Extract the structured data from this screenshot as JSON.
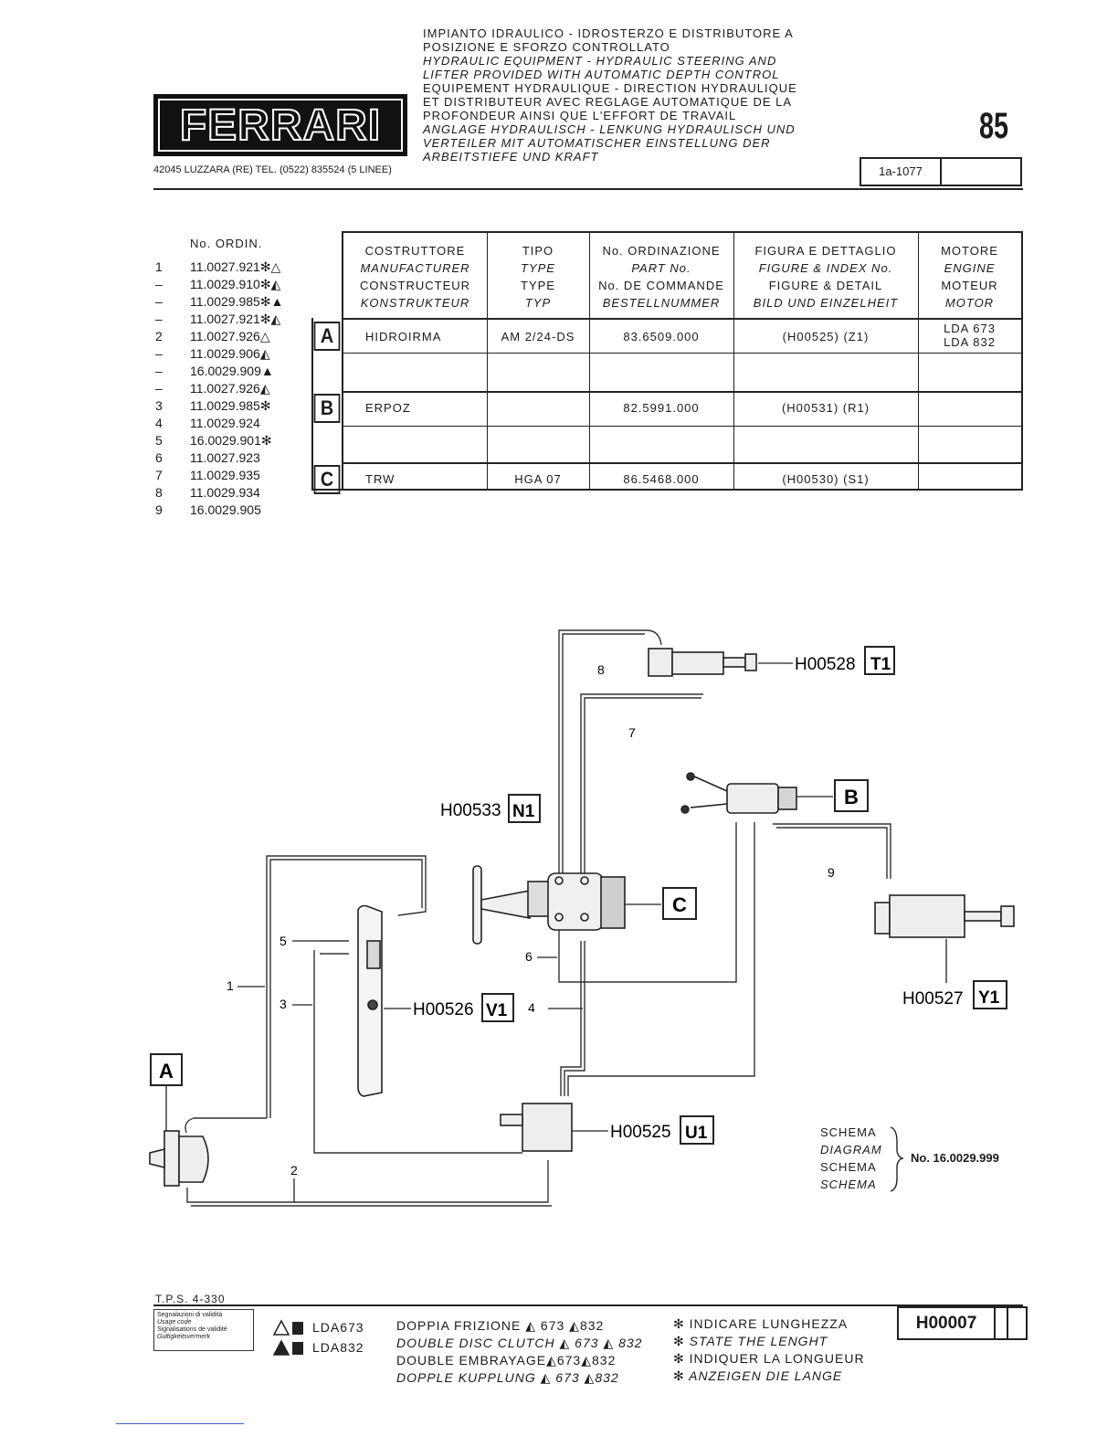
{
  "header": {
    "logo_text": "FERRARI",
    "address": "42045 LUZZARA (RE)   TEL. (0522) 835524 (5 LINEE)",
    "titles": [
      {
        "text": "IMPIANTO IDRAULICO - IDROSTERZO E DISTRIBUTORE A",
        "italic": false
      },
      {
        "text": "POSIZIONE E SFORZO CONTROLLATO",
        "italic": false
      },
      {
        "text": "HYDRAULIC EQUIPMENT - HYDRAULIC STEERING AND",
        "italic": true
      },
      {
        "text": "LIFTER PROVIDED WITH AUTOMATIC DEPTH CONTROL",
        "italic": true
      },
      {
        "text": "EQUIPEMENT HYDRAULIQUE - DIRECTION HYDRAULIQUE",
        "italic": false
      },
      {
        "text": "ET DISTRIBUTEUR AVEC REGLAGE AUTOMATIQUE DE LA",
        "italic": false
      },
      {
        "text": "PROFONDEUR AINSI QUE L'EFFORT DE TRAVAIL",
        "italic": false
      },
      {
        "text": "ANGLAGE HYDRAULISCH - LENKUNG HYDRAULISCH UND",
        "italic": true
      },
      {
        "text": "VERTEILER MIT AUTOMATISCHER EINSTELLUNG DER",
        "italic": true
      },
      {
        "text": "ARBEITSTIEFE UND KRAFT",
        "italic": true
      }
    ],
    "page_number": "85",
    "code": "1a-1077"
  },
  "order_list": {
    "heading": "No. ORDIN.",
    "items": [
      {
        "idx": "1",
        "code": "11.0027.921",
        "mark": "✻△"
      },
      {
        "idx": "–",
        "code": "11.0029.910",
        "mark": "✻◭"
      },
      {
        "idx": "–",
        "code": "11.0029.985",
        "mark": "✻▲"
      },
      {
        "idx": "–",
        "code": "11.0027.921",
        "mark": "✻◭"
      },
      {
        "idx": "2",
        "code": "11.0027.926",
        "mark": "△"
      },
      {
        "idx": "–",
        "code": "11.0029.906",
        "mark": "◭"
      },
      {
        "idx": "–",
        "code": "16.0029.909",
        "mark": "▲"
      },
      {
        "idx": "–",
        "code": "11.0027.926",
        "mark": "◭"
      },
      {
        "idx": "3",
        "code": "11.0029.985",
        "mark": "✻"
      },
      {
        "idx": "4",
        "code": "11.0029.924",
        "mark": ""
      },
      {
        "idx": "5",
        "code": "16.0029.901",
        "mark": "✻"
      },
      {
        "idx": "6",
        "code": "11.0027.923",
        "mark": ""
      },
      {
        "idx": "7",
        "code": "11.0029.935",
        "mark": ""
      },
      {
        "idx": "8",
        "code": "11.0029.934",
        "mark": ""
      },
      {
        "idx": "9",
        "code": "16.0029.905",
        "mark": ""
      }
    ]
  },
  "table": {
    "headers": [
      [
        "COSTRUTTORE",
        "MANUFACTURER",
        "CONSTRUCTEUR",
        "KONSTRUKTEUR"
      ],
      [
        "TIPO",
        "TYPE",
        "TYPE",
        "TYP"
      ],
      [
        "No. ORDINAZIONE",
        "PART No.",
        "No. DE COMMANDE",
        "BESTELLNUMMER"
      ],
      [
        "FIGURA E DETTAGLIO",
        "FIGURE & INDEX No.",
        "FIGURE & DETAIL",
        "BILD UND EINZELHEIT"
      ],
      [
        "MOTORE",
        "ENGINE",
        "MOTEUR",
        "MOTOR"
      ]
    ],
    "rows": [
      {
        "label": "A",
        "manufacturer": "HIDROIRMA",
        "type": "AM 2/24-DS",
        "part": "83.6509.000",
        "figure": "(H00525)  (Z1)",
        "engine1": "LDA 673",
        "engine2": "LDA 832"
      },
      {
        "label": "B",
        "manufacturer": "ERPOZ",
        "type": "",
        "part": "82.5991.000",
        "figure": "(H00531)  (R1)",
        "engine1": "",
        "engine2": ""
      },
      {
        "label": "C",
        "manufacturer": "TRW",
        "type": "HGA 07",
        "part": "86.5468.000",
        "figure": "(H00530)  (S1)",
        "engine1": "",
        "engine2": ""
      }
    ]
  },
  "diagram": {
    "refs": {
      "t1": {
        "code": "H00528",
        "tag": "T1"
      },
      "n1": {
        "code": "H00533",
        "tag": "N1"
      },
      "v1": {
        "code": "H00526",
        "tag": "V1"
      },
      "y1": {
        "code": "H00527",
        "tag": "Y1"
      },
      "u1": {
        "code": "H00525",
        "tag": "U1"
      }
    },
    "component_labels": {
      "a": "A",
      "b": "B",
      "c": "C"
    },
    "pipe_numbers": {
      "p1": "1",
      "p2": "2",
      "p3": "3",
      "p4": "4",
      "p5": "5",
      "p6": "6",
      "p7": "7",
      "p8": "8",
      "p9": "9"
    }
  },
  "schema": {
    "lines": [
      {
        "text": "SCHEMA",
        "italic": false
      },
      {
        "text": "DIAGRAM",
        "italic": true
      },
      {
        "text": "SCHEMA",
        "italic": false
      },
      {
        "text": "SCHEMA",
        "italic": true
      }
    ],
    "number": "No. 16.0029.999"
  },
  "footer": {
    "tps": "T.P.S. 4-330",
    "validity": [
      "Segnalazioni di validità",
      "Usage code",
      "Signalisations de validité",
      "Gultigkeitsvermerk"
    ],
    "lda": [
      "LDA673",
      "LDA832"
    ],
    "clutch": [
      {
        "prefix": "DOPPIA FRIZIONE",
        "a": "673",
        "b": "832",
        "italic": false
      },
      {
        "prefix": "DOUBLE DISC CLUTCH",
        "a": "673",
        "b": "832",
        "italic": true
      },
      {
        "prefix": "DOUBLE EMBRAYAGE",
        "a": "673",
        "b": "832",
        "italic": false
      },
      {
        "prefix": "DOPPLE KUPPLUNG",
        "a": "673",
        "b": "832",
        "italic": true
      }
    ],
    "indicate": [
      {
        "text": "INDICARE LUNGHEZZA",
        "italic": false
      },
      {
        "text": "STATE THE LENGHT",
        "italic": true
      },
      {
        "text": "INDIQUER LA LONGUEUR",
        "italic": false
      },
      {
        "text": "ANZEIGEN DIE LANGE",
        "italic": true
      }
    ],
    "end_code": "H00007"
  }
}
